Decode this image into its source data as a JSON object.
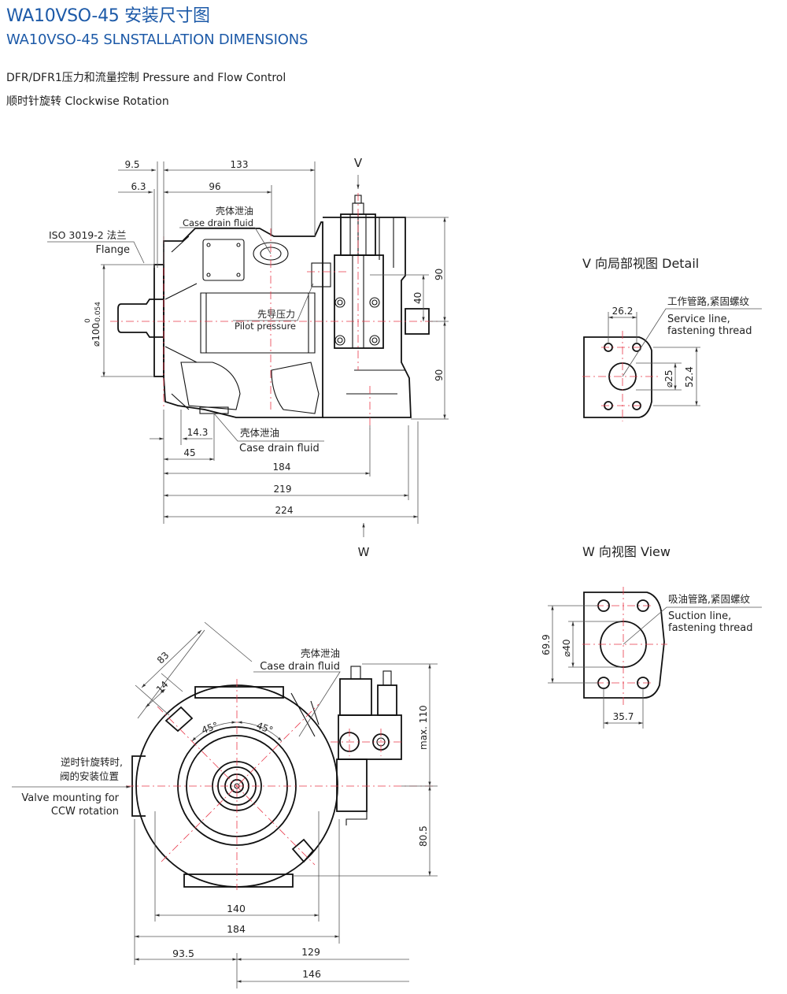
{
  "header": {
    "title_cn": "WA10VSO-45 安装尺寸图",
    "title_en": "WA10VSO-45 SLNSTALLATION DIMENSIONS",
    "control": "DFR/DFR1压力和流量控制 Pressure and Flow Control",
    "rotation": "顺时针旋转 Clockwise Rotation"
  },
  "colors": {
    "title": "#1d5aa8",
    "centerline": "#e8384a",
    "outline": "#111111",
    "dimension": "#555555"
  },
  "side_view": {
    "view_marker_v": "V",
    "view_marker_w": "W",
    "dims": {
      "d9_5": "9.5",
      "d6_3": "6.3",
      "d133": "133",
      "d96": "96",
      "d90_top": "90",
      "d40": "40",
      "d90_bottom": "90",
      "d14_3": "14.3",
      "d45": "45",
      "d184": "184",
      "d219": "219",
      "d224": "224",
      "flange_dia": "⌀100",
      "flange_tol_upper": "0",
      "flange_tol_lower": "-0.054"
    },
    "labels": {
      "flange_cn": "ISO 3019-2 法兰",
      "flange_en": "Flange",
      "case_drain_top_cn": "壳体泄油",
      "case_drain_top_en": "Case drain fluid",
      "pilot_cn": "先导压力",
      "pilot_en": "Pilot pressure",
      "case_drain_bottom_cn": "壳体泄油",
      "case_drain_bottom_en": "Case drain fluid"
    }
  },
  "v_detail": {
    "title": "V 向局部视图 Detail",
    "label_cn": "工作管路,紧固螺纹",
    "label_en_1": "Service line,",
    "label_en_2": "fastening thread",
    "dim_width": "26.2",
    "dim_bore": "⌀25",
    "dim_height": "52.4"
  },
  "w_view": {
    "title": "W 向视图 View",
    "label_cn": "吸油管路,紧固螺纹",
    "label_en_1": "Suction line,",
    "label_en_2": "fastening thread",
    "dim_height": "69.9",
    "dim_bore": "⌀40",
    "dim_width": "35.7"
  },
  "front_view": {
    "labels": {
      "valve_cn_1": "逆时针旋转时,",
      "valve_cn_2": "阀的安装位置",
      "valve_en_1": "Valve mounting for",
      "valve_en_2": "CCW rotation",
      "case_drain_cn": "壳体泄油",
      "case_drain_en": "Case drain fluid"
    },
    "dims": {
      "d83": "83",
      "d14": "14",
      "angle_left": "45°",
      "angle_right": "45°",
      "d_max110": "max. 110",
      "d80_5": "80.5",
      "d140": "140",
      "d184": "184",
      "d93_5": "93.5",
      "d129": "129",
      "d146": "146"
    }
  }
}
